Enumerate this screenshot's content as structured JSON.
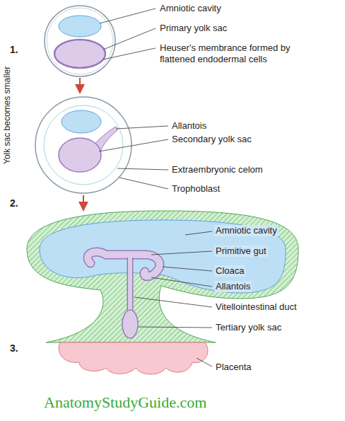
{
  "diagram": {
    "labels": [
      "Amniotic cavity",
      "Primary yolk sac",
      "Heuser's membrance formed by flattened endodermal cells",
      "1.",
      "Yolk sac becomes smaller",
      "Allantois",
      "Secondary yolk sac",
      "Extraembryonic celom",
      "Trophoblast",
      "2.",
      "Amniotic cavity",
      "Primitive gut",
      "Cloaca",
      "Allantois",
      "Vitellointestinal duct",
      "Tertiary yolk sac",
      "3.",
      "Placenta",
      "AnatomyStudyGuide.com"
    ]
  }
}
